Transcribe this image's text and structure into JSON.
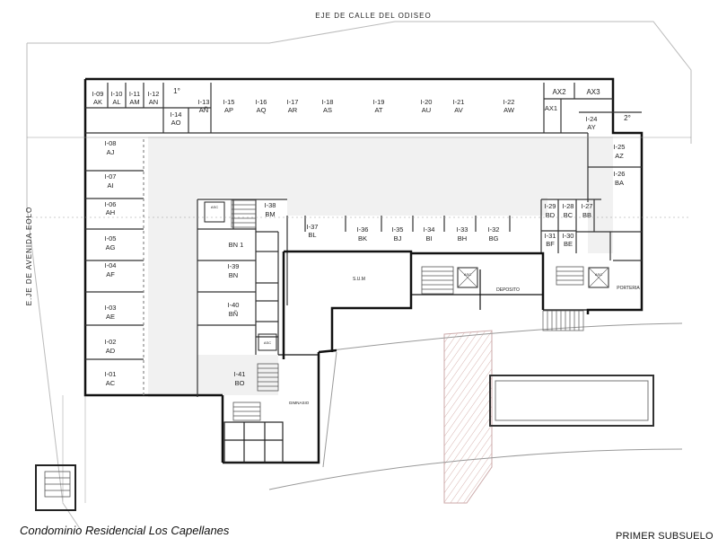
{
  "streets": {
    "top": "EJE DE CALLE DEL ODISEO",
    "left": "E.JE DE AVENIDA EOLO"
  },
  "titles": {
    "project": "Condominio Residencial Los Capellanes",
    "level": "PRIMER SUBSUELO"
  },
  "parking_spaces": [
    {
      "code": "I-09",
      "letters": "AK"
    },
    {
      "code": "I-10",
      "letters": "AL"
    },
    {
      "code": "I-11",
      "letters": "AM"
    },
    {
      "code": "I-12",
      "letters": "AN"
    },
    {
      "code": "I-13",
      "letters": "AÑ"
    },
    {
      "code": "I-14",
      "letters": "AO"
    },
    {
      "code": "I-15",
      "letters": "AP"
    },
    {
      "code": "I-16",
      "letters": "AQ"
    },
    {
      "code": "I-17",
      "letters": "AR"
    },
    {
      "code": "I-18",
      "letters": "AS"
    },
    {
      "code": "I-19",
      "letters": "AT"
    },
    {
      "code": "I-20",
      "letters": "AU"
    },
    {
      "code": "I-21",
      "letters": "AV"
    },
    {
      "code": "I-22",
      "letters": "AW"
    },
    {
      "code": "I-24",
      "letters": "AY"
    },
    {
      "code": "I-25",
      "letters": "AZ"
    },
    {
      "code": "I-26",
      "letters": "BA"
    },
    {
      "code": "I-27",
      "letters": "BB"
    },
    {
      "code": "I-28",
      "letters": "BC"
    },
    {
      "code": "I-29",
      "letters": "BD"
    },
    {
      "code": "I-30",
      "letters": "BE"
    },
    {
      "code": "I-31",
      "letters": "BF"
    },
    {
      "code": "I-32",
      "letters": "BG"
    },
    {
      "code": "I-33",
      "letters": "BH"
    },
    {
      "code": "I-34",
      "letters": "BI"
    },
    {
      "code": "I-35",
      "letters": "BJ"
    },
    {
      "code": "I-36",
      "letters": "BK"
    },
    {
      "code": "I-37",
      "letters": "BL"
    },
    {
      "code": "I-38",
      "letters": "BM"
    },
    {
      "code": "I-39",
      "letters": "BN"
    },
    {
      "code": "I-40",
      "letters": "BÑ"
    },
    {
      "code": "I-41",
      "letters": "BO"
    },
    {
      "code": "I-08",
      "letters": "AJ"
    },
    {
      "code": "I-07",
      "letters": "AI"
    },
    {
      "code": "I-06",
      "letters": "AH"
    },
    {
      "code": "I-05",
      "letters": "AG"
    },
    {
      "code": "I-04",
      "letters": "AF"
    },
    {
      "code": "I-03",
      "letters": "AE"
    },
    {
      "code": "I-02",
      "letters": "AD"
    },
    {
      "code": "I-01",
      "letters": "AC"
    }
  ],
  "storage": {
    "ax1": "AX1",
    "ax2": "AX2",
    "ax3": "AX3"
  },
  "rooms": {
    "sum": "S.U.M",
    "deposito": "DEPOSITO",
    "porteria": "PORTERIA",
    "gimnasio": "GIMNASIO",
    "bn1": "BN 1",
    "asc": "ASC",
    "first": "1°",
    "second": "2°"
  }
}
